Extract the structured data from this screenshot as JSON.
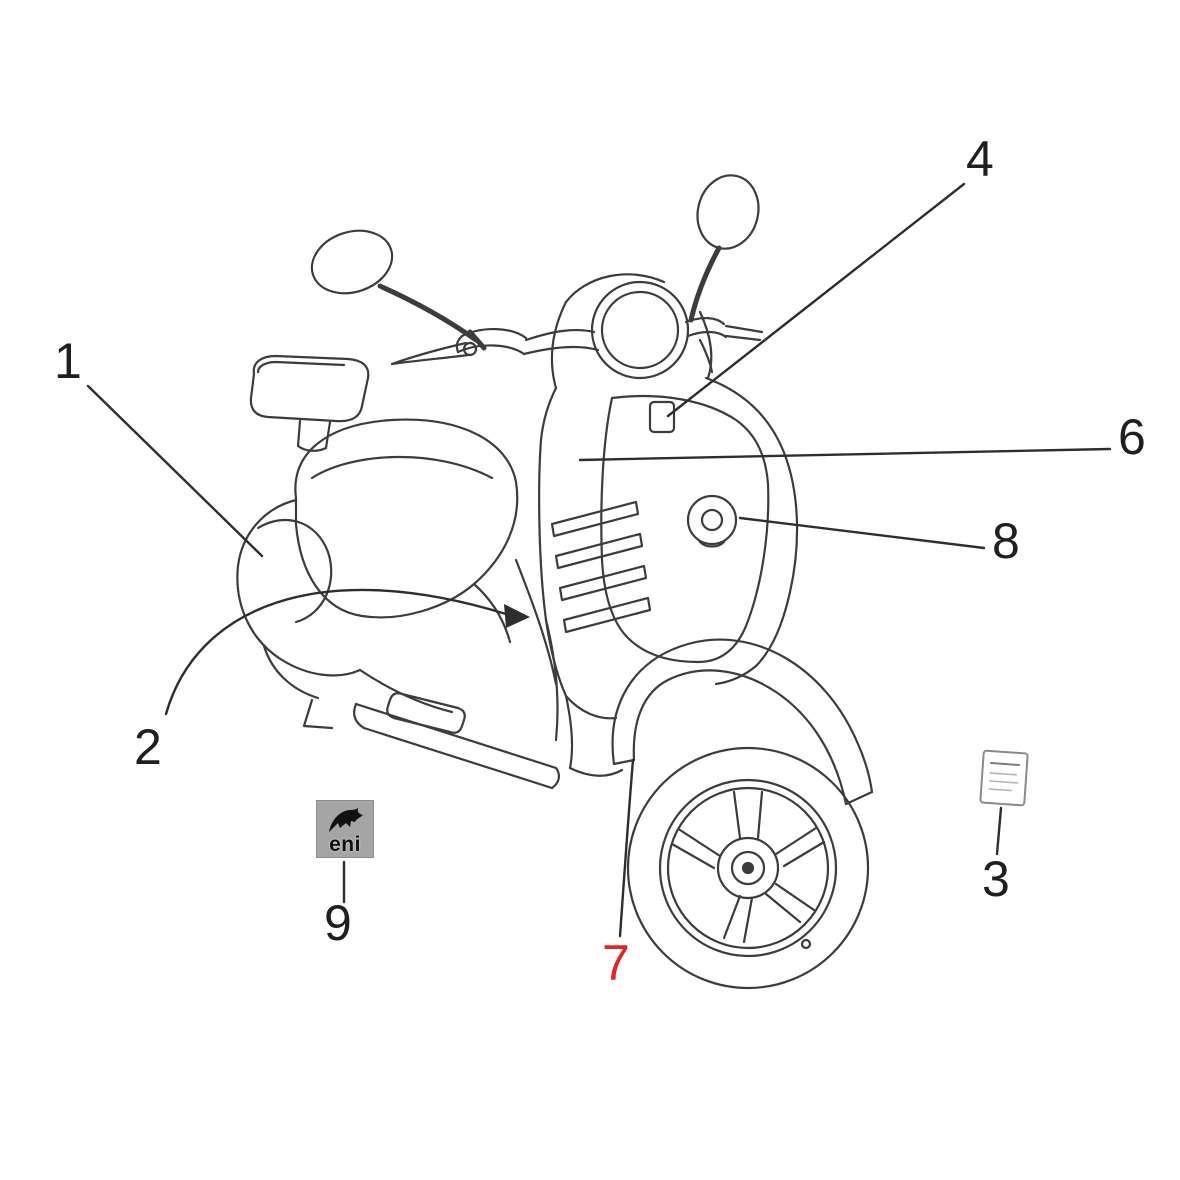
{
  "diagram": {
    "callouts": [
      {
        "label": "1"
      },
      {
        "label": "2"
      },
      {
        "label": "3"
      },
      {
        "label": "4"
      },
      {
        "label": "6"
      },
      {
        "label": "7"
      },
      {
        "label": "8"
      },
      {
        "label": "9"
      }
    ],
    "badge": {
      "text": "eni"
    },
    "colors": {
      "line": "#3c3c3c",
      "leader": "#2e2e2e",
      "callout": "#1f1f1f",
      "highlight": "#e02626",
      "badge_bg": "#a5a5a5"
    }
  }
}
